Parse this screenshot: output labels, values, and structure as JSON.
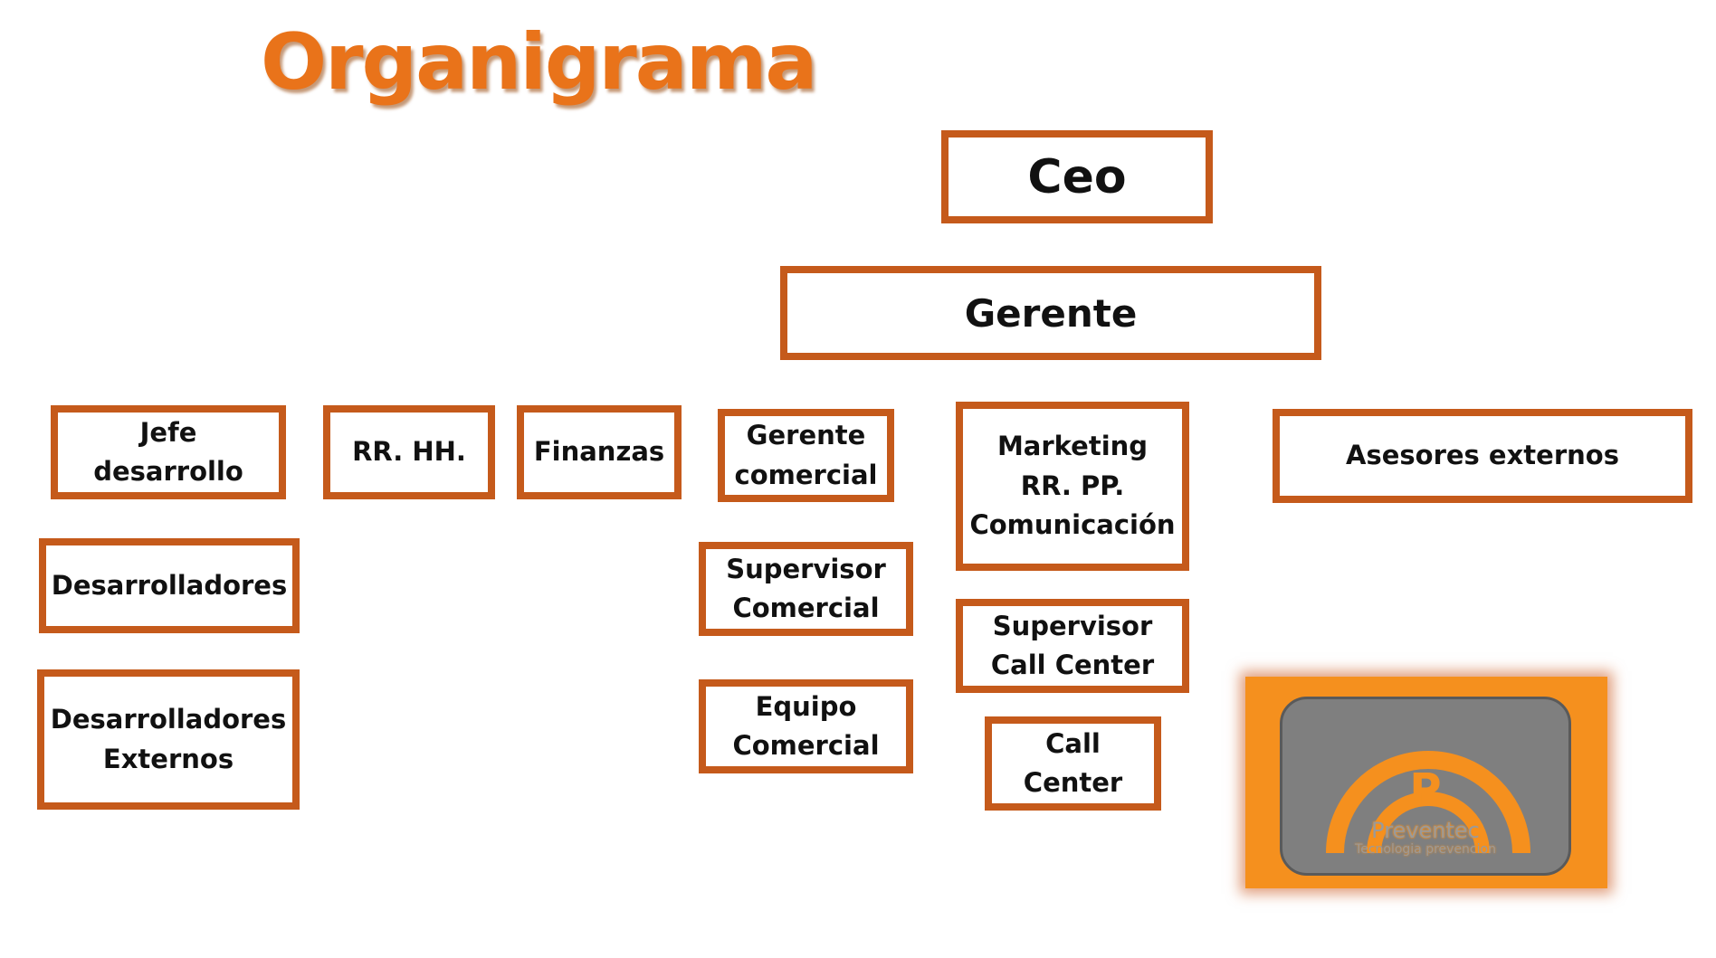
{
  "title": "Organigrama",
  "boxes": {
    "ceo": "Ceo",
    "gerente": "Gerente",
    "jefe_desarrollo": "Jefe\ndesarrollo",
    "rrhh": "RR. HH.",
    "finanzas": "Finanzas",
    "gerente_comercial": "Gerente\ncomercial",
    "marketing": "Marketing\nRR. PP.\nComunicación",
    "asesores_externos": "Asesores externos",
    "desarrolladores": "Desarrolladores",
    "desarrolladores_externos": "Desarrolladores\nExternos",
    "supervisor_comercial": "Supervisor\nComercial",
    "equipo_comercial": "Equipo\nComercial",
    "supervisor_call_center": "Supervisor\nCall Center",
    "call_center": "Call\nCenter"
  },
  "logo": {
    "letter": "P",
    "name": "Preventec",
    "tagline": "Tecnologia prevencion",
    "icon": "arc-logo-icon"
  },
  "colors": {
    "title": "#e9731a",
    "box_border": "#c55a1b",
    "logo_orange": "#f5901e",
    "logo_gray": "#7f7f7f"
  }
}
